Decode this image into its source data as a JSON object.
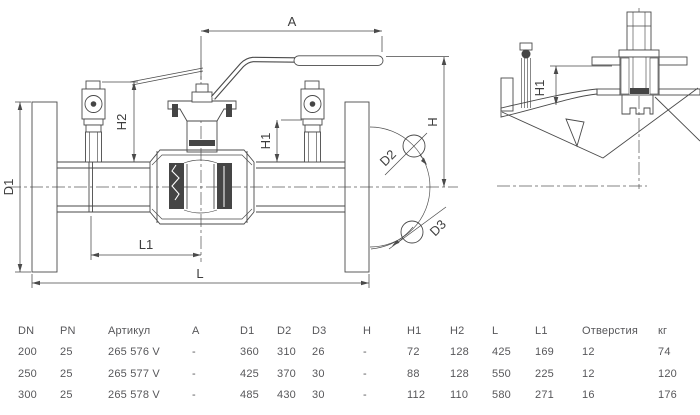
{
  "drawing": {
    "ink": "#4a4a4a",
    "labels": {
      "a": "A",
      "h": "H",
      "h1": "H1",
      "h2": "H2",
      "d1": "D1",
      "d2": "D2",
      "d3": "D3",
      "l": "L",
      "l1": "L1"
    }
  },
  "table": {
    "headers": [
      "DN",
      "PN",
      "Артикул",
      "A",
      "D1",
      "D2",
      "D3",
      "H",
      "H1",
      "H2",
      "L",
      "L1",
      "Отверстия",
      "кг"
    ],
    "rows": [
      [
        "200",
        "25",
        "265 576 V",
        "-",
        "360",
        "310",
        "26",
        "-",
        "72",
        "128",
        "425",
        "169",
        "12",
        "74"
      ],
      [
        "250",
        "25",
        "265 577 V",
        "-",
        "425",
        "370",
        "30",
        "-",
        "88",
        "128",
        "550",
        "225",
        "12",
        "120"
      ],
      [
        "300",
        "25",
        "265 578 V",
        "-",
        "485",
        "430",
        "30",
        "-",
        "112",
        "110",
        "580",
        "271",
        "16",
        "176"
      ]
    ]
  }
}
